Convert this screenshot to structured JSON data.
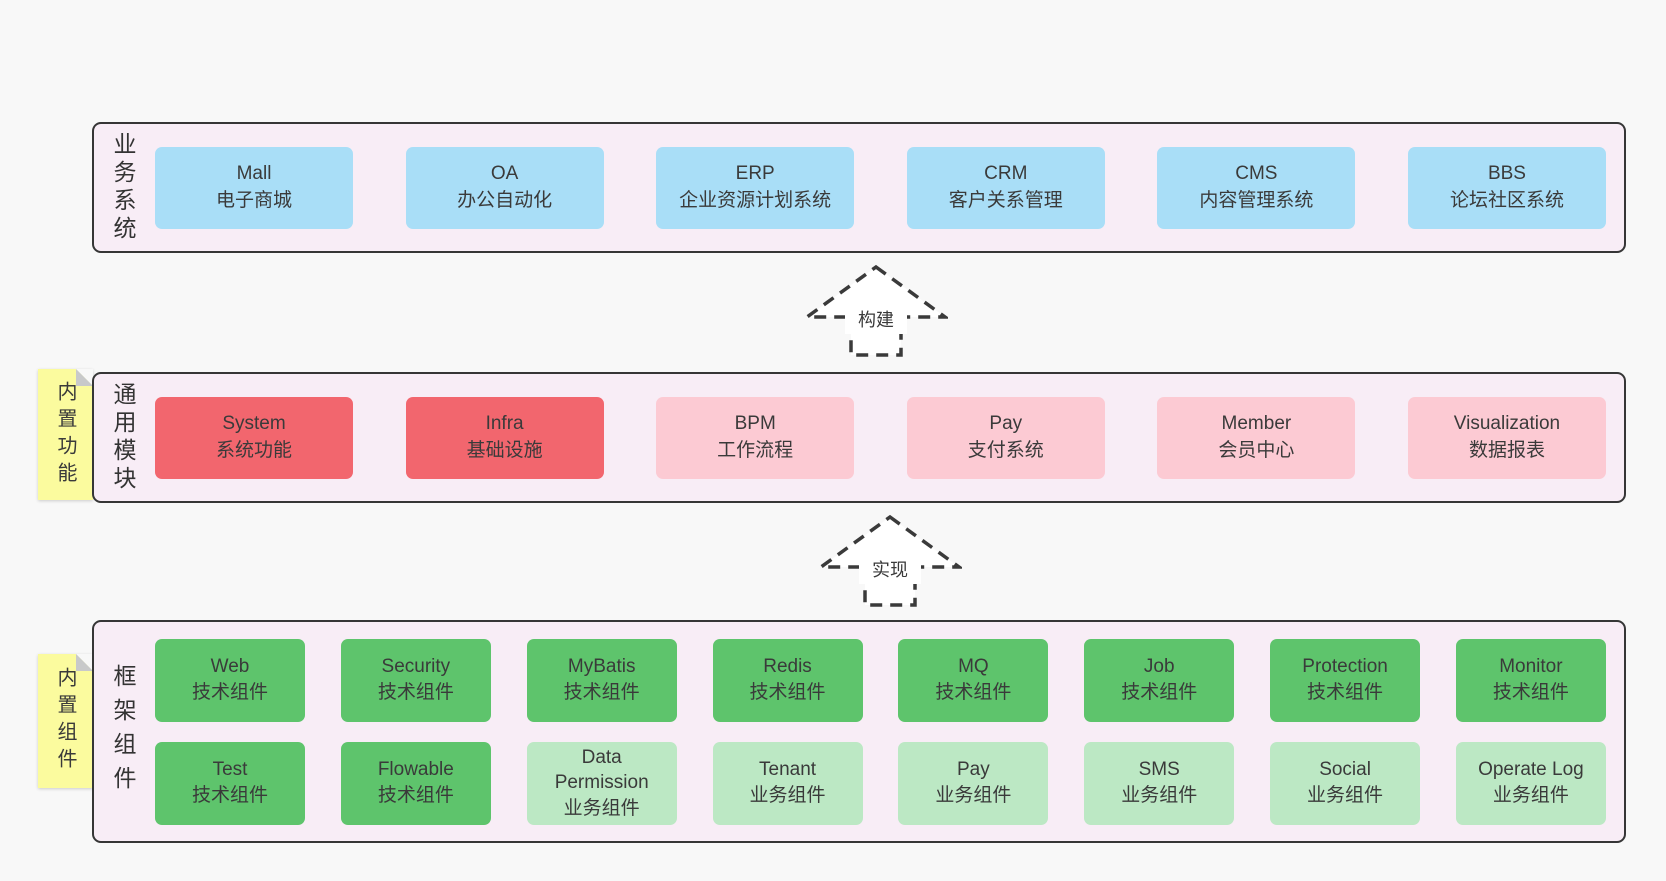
{
  "colors": {
    "page-bg": "#f8f8f8",
    "panel-bg": "#f8edf6",
    "panel-border": "#363636",
    "box-blue": "#a9def7",
    "box-red": "#f2666e",
    "box-pink": "#fccad3",
    "box-green": "#5ec46c",
    "box-green-light": "#bce8c4",
    "sticky-bg": "#fbfb9e",
    "sticky-fold": "#c8c9ca",
    "text": "#3a3a3a",
    "arrow-line": "#3a3a3a",
    "arrow-fill": "#ffffff"
  },
  "arrows": [
    {
      "label": "构建"
    },
    {
      "label": "实现"
    }
  ],
  "layers": [
    {
      "id": "business-systems",
      "label": "业务系统",
      "boxes": [
        {
          "name": "Mall",
          "subtitle": "电子商城",
          "variant": "blue"
        },
        {
          "name": "OA",
          "subtitle": "办公自动化",
          "variant": "blue"
        },
        {
          "name": "ERP",
          "subtitle": "企业资源计划系统",
          "variant": "blue"
        },
        {
          "name": "CRM",
          "subtitle": "客户关系管理",
          "variant": "blue"
        },
        {
          "name": "CMS",
          "subtitle": "内容管理系统",
          "variant": "blue"
        },
        {
          "name": "BBS",
          "subtitle": "论坛社区系统",
          "variant": "blue"
        }
      ]
    },
    {
      "id": "common-modules",
      "label": "通用模块",
      "sticky": "内置功能",
      "boxes": [
        {
          "name": "System",
          "subtitle": "系统功能",
          "variant": "red"
        },
        {
          "name": "Infra",
          "subtitle": "基础设施",
          "variant": "red"
        },
        {
          "name": "BPM",
          "subtitle": "工作流程",
          "variant": "pink"
        },
        {
          "name": "Pay",
          "subtitle": "支付系统",
          "variant": "pink"
        },
        {
          "name": "Member",
          "subtitle": "会员中心",
          "variant": "pink"
        },
        {
          "name": "Visualization",
          "subtitle": "数据报表",
          "variant": "pink"
        }
      ]
    },
    {
      "id": "framework-components",
      "label": "框架组件",
      "sticky": "内置组件",
      "rows": [
        [
          {
            "name": "Web",
            "subtitle": "技术组件",
            "variant": "green"
          },
          {
            "name": "Security",
            "subtitle": "技术组件",
            "variant": "green"
          },
          {
            "name": "MyBatis",
            "subtitle": "技术组件",
            "variant": "green"
          },
          {
            "name": "Redis",
            "subtitle": "技术组件",
            "variant": "green"
          },
          {
            "name": "MQ",
            "subtitle": "技术组件",
            "variant": "green"
          },
          {
            "name": "Job",
            "subtitle": "技术组件",
            "variant": "green"
          },
          {
            "name": "Protection",
            "subtitle": "技术组件",
            "variant": "green"
          },
          {
            "name": "Monitor",
            "subtitle": "技术组件",
            "variant": "green"
          }
        ],
        [
          {
            "name": "Test",
            "subtitle": "技术组件",
            "variant": "green"
          },
          {
            "name": "Flowable",
            "subtitle": "技术组件",
            "variant": "green"
          },
          {
            "name": "Data Permission",
            "subtitle": "业务组件",
            "variant": "green-light"
          },
          {
            "name": "Tenant",
            "subtitle": "业务组件",
            "variant": "green-light"
          },
          {
            "name": "Pay",
            "subtitle": "业务组件",
            "variant": "green-light"
          },
          {
            "name": "SMS",
            "subtitle": "业务组件",
            "variant": "green-light"
          },
          {
            "name": "Social",
            "subtitle": "业务组件",
            "variant": "green-light"
          },
          {
            "name": "Operate Log",
            "subtitle": "业务组件",
            "variant": "green-light"
          }
        ]
      ]
    }
  ]
}
